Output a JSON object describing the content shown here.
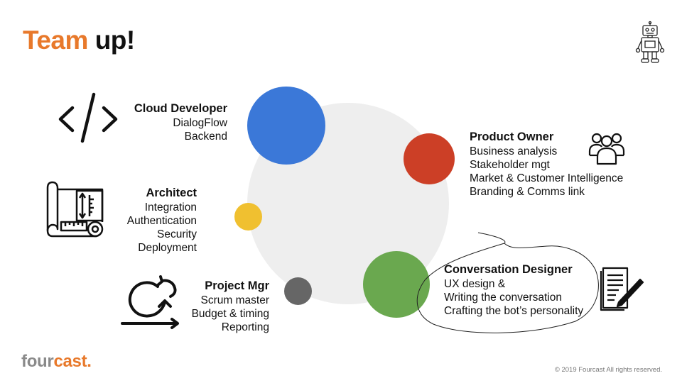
{
  "slide": {
    "title_part1": "Team",
    "title_part2": "up!"
  },
  "roles": {
    "cloud_developer": {
      "title": "Cloud Developer",
      "lines": [
        "DialogFlow",
        "Backend"
      ]
    },
    "architect": {
      "title": "Architect",
      "lines": [
        "Integration",
        "Authentication",
        "Security",
        "Deployment"
      ]
    },
    "project_mgr": {
      "title": "Project Mgr",
      "lines": [
        "Scrum master",
        "Budget & timing",
        "Reporting"
      ]
    },
    "product_owner": {
      "title": "Product Owner",
      "lines": [
        "Business analysis",
        "Stakeholder mgt",
        "Market & Customer Intelligence",
        "Branding & Comms link"
      ]
    },
    "conversation_designer": {
      "title": "Conversation Designer",
      "lines": [
        "UX design &",
        "Writing the conversation",
        "Crafting the bot’s personality"
      ]
    }
  },
  "colors": {
    "accent_orange": "#e8792b",
    "background_circle": "#eeeeee",
    "blue": "#3b78d8",
    "red": "#cc3f26",
    "yellow": "#f0c030",
    "gray": "#666666",
    "green": "#6aa84f"
  },
  "icons": {
    "code": "code-icon",
    "blueprint": "blueprint-icon",
    "cycle": "cycle-arrows-icon",
    "people": "people-group-icon",
    "document": "document-pen-icon",
    "robot": "robot-icon"
  },
  "footer": {
    "logo_part1": "four",
    "logo_part2": "cast.",
    "copyright": "© 2019 Fourcast All rights reserved."
  }
}
